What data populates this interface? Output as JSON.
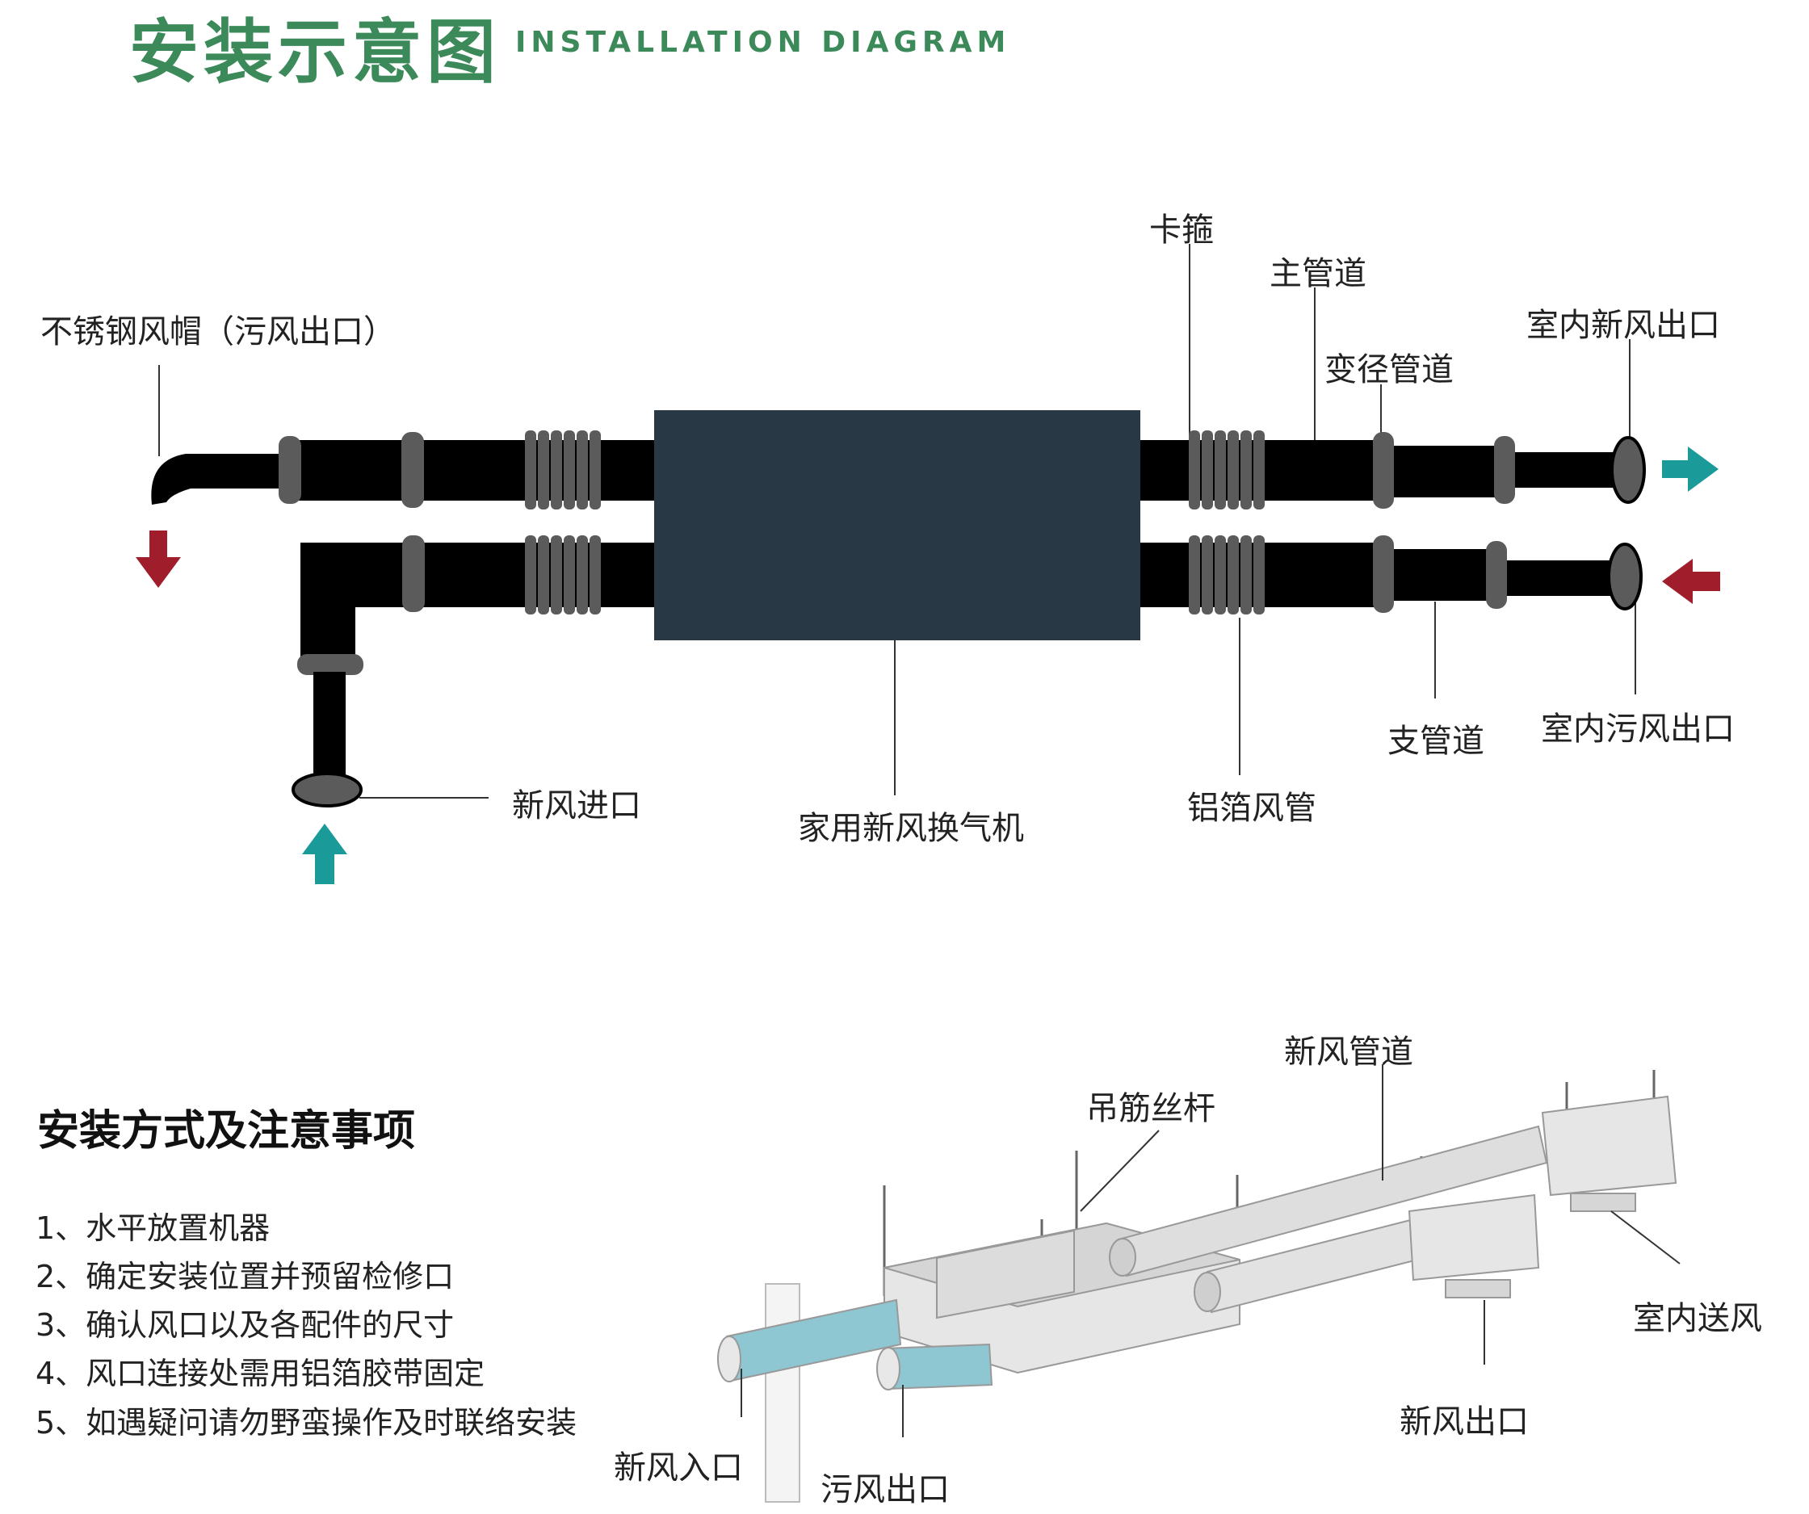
{
  "header": {
    "title_cn": "安装示意图",
    "title_en": "INSTALLATION DIAGRAM"
  },
  "top_diagram": {
    "labels": {
      "stainless_hood": "不锈钢风帽（污风出口）",
      "fresh_air_inlet": "新风进口",
      "unit": "家用新风换气机",
      "clamp": "卡箍",
      "main_duct": "主管道",
      "reducer_duct": "变径管道",
      "indoor_fresh_outlet": "室内新风出口",
      "foil_duct": "铝箔风管",
      "branch_duct": "支管道",
      "indoor_exhaust_outlet": "室内污风出口"
    },
    "colors": {
      "unit_fill": "#283844",
      "pipe": "#000000",
      "ring": "#5b5b5b",
      "arrow_in": "#1a9a98",
      "arrow_out": "#a01e2c"
    }
  },
  "notes": {
    "title": "安装方式及注意事项",
    "items": [
      "1、水平放置机器",
      "2、确定安装位置并预留检修口",
      "3、确认风口以及各配件的尺寸",
      "4、风口连接处需用铝箔胶带固定",
      "5、如遇疑问请勿野蛮操作及时联络安装"
    ]
  },
  "bottom_diagram": {
    "labels": {
      "fresh_duct": "新风管道",
      "hanger_rod": "吊筋丝杆",
      "indoor_supply": "室内送风",
      "fresh_outlet": "新风出口",
      "fresh_inlet": "新风入口",
      "exhaust_outlet": "污风出口"
    }
  }
}
